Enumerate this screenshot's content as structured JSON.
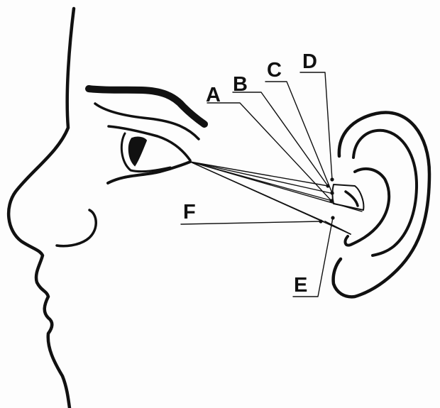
{
  "labels": {
    "a": "A",
    "b": "B",
    "c": "C",
    "d": "D",
    "e": "E",
    "f": "F"
  },
  "colors": {
    "ink": "#111111",
    "paper": "#fdfdfd"
  }
}
